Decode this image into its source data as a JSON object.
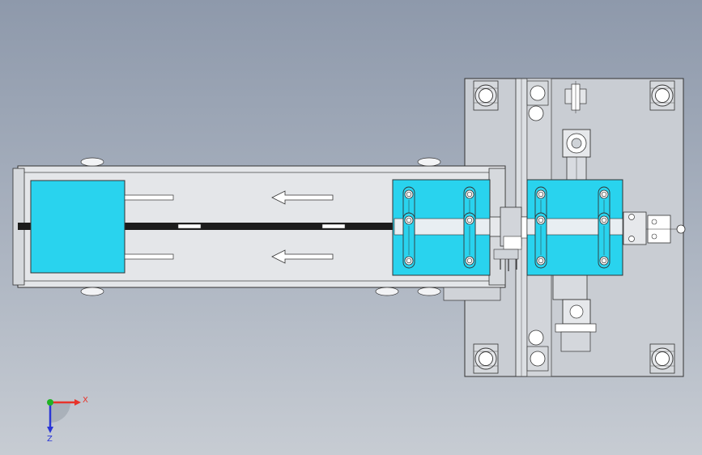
{
  "viewport": {
    "background_top": "#8e99ab",
    "background_bottom": "#c7ccd3"
  },
  "colors": {
    "line": "#3a3a3a",
    "plate": "#c9cdd3",
    "conveyor": "#e4e6e9",
    "highlight_fill": "#29d3ee",
    "belt_dark": "#1c1c1c",
    "axis_x": "#e8332a",
    "axis_y": "#1fb324",
    "axis_z": "#2a36d6"
  },
  "axes": {
    "x_label": "X",
    "z_label": "Z"
  },
  "conveyor": {
    "flow_direction": "left",
    "arrow_icon": "left-arrow-icon"
  }
}
